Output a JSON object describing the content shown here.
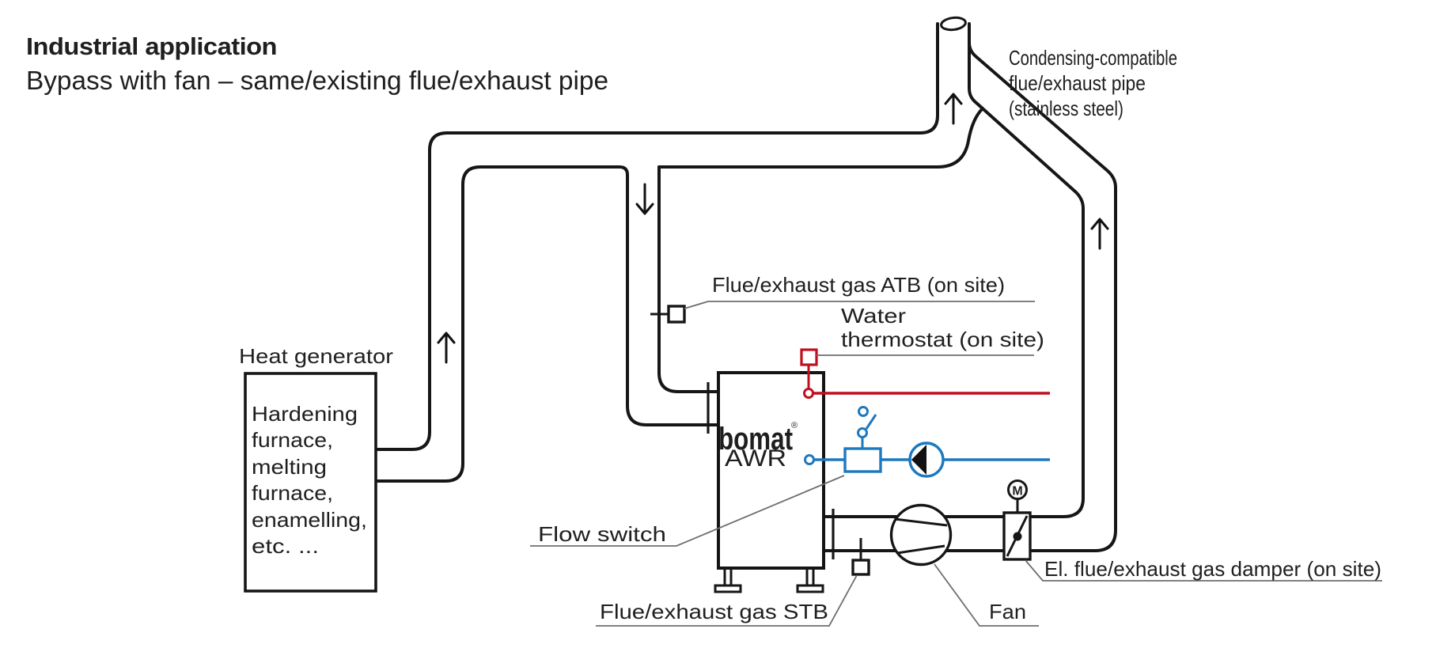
{
  "title": {
    "heading": "Industrial application",
    "subheading": "Bypass with fan – same/existing flue/exhaust pipe"
  },
  "labels": {
    "condensing_line1": "Condensing-compatible",
    "condensing_line2": "flue/exhaust pipe",
    "condensing_line3": "(stainless steel)",
    "heat_generator": "Heat generator",
    "heat_generator_lines": [
      "Hardening",
      "furnace,",
      "melting",
      "furnace,",
      "enamelling,",
      "etc. ..."
    ],
    "atb": "Flue/exhaust gas ATB (on site)",
    "water_thermostat_line1": "Water",
    "water_thermostat_line2": "thermostat (on site)",
    "flow_switch": "Flow switch",
    "stb": "Flue/exhaust gas STB",
    "fan": "Fan",
    "damper": "El. flue/exhaust gas damper (on site)",
    "awr_model": "AWR",
    "brand_logo": "bomat",
    "brand_logo_mark": "®",
    "motor_letter": "M"
  },
  "colors": {
    "pipe_black": "#161616",
    "brand_red": "#e2001a",
    "circuit_red": "#bf0f1e",
    "circuit_blue": "#1d79bf",
    "leader_gray": "#6e6e6e",
    "text_dark": "#1f1f1f"
  }
}
